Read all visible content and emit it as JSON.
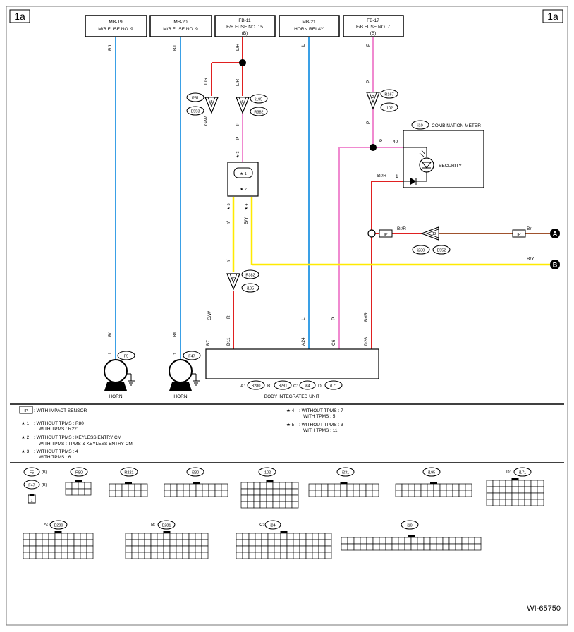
{
  "page": {
    "corner_left": "1a",
    "corner_right": "1a",
    "figure_id": "WI-65750"
  },
  "fuse_boxes": [
    {
      "id": "mb19",
      "code": "MB-19",
      "name": "M/B FUSE NO. 9",
      "suffix": ""
    },
    {
      "id": "mb20",
      "code": "MB-20",
      "name": "M/B FUSE NO. 9",
      "suffix": ""
    },
    {
      "id": "fb11",
      "code": "FB-11",
      "name": "F/B FUSE NO. 15",
      "suffix": "(B)"
    },
    {
      "id": "mb21",
      "code": "MB-21",
      "name": "HORN RELAY",
      "suffix": ""
    },
    {
      "id": "fb17",
      "code": "FB-17",
      "name": "F/B FUSE NO. 7",
      "suffix": "(B)"
    }
  ],
  "wire_colors": {
    "rl": "R/L",
    "bl": "B/L",
    "lr": "L/R",
    "gw": "G/W",
    "p": "P",
    "l": "L",
    "y": "Y",
    "by": "B/Y",
    "r": "R",
    "brr": "Br/R",
    "br": "Br"
  },
  "connectors": {
    "i231": "i231",
    "b553": "B553",
    "i195": "i195",
    "r382": "R382",
    "r167": "R167",
    "i102": "i102",
    "i10": "i10",
    "i230": "i230",
    "b552": "B552",
    "f5": "F5",
    "f47": "F47",
    "b280": "B280",
    "b281": "B281",
    "i84": "i84",
    "i171": "i171"
  },
  "pins": {
    "p3": "3",
    "p4": "4",
    "p5": "5",
    "p6": "6",
    "p12": "12",
    "p2": "2",
    "p15": "15",
    "p40": "40",
    "p1": "1",
    "p1b": "1",
    "p1c": "1",
    "b7": "B7",
    "d11": "D11",
    "a24": "A24",
    "c6": "C6",
    "d26": "D26",
    "star1": "★ 1",
    "star2": "★ 2",
    "star3": "★ 3",
    "star4": "★ 4",
    "star5": "★ 5"
  },
  "components": {
    "combination_meter": "COMBINATION METER",
    "security": "SECURITY",
    "horn_left": "HORN",
    "horn_right": "HORN",
    "body_unit": "BODY INTEGRATED UNIT",
    "prefix_a": "A:",
    "prefix_b": "B:",
    "prefix_c": "C:",
    "prefix_d": "D:",
    "ip": "IP",
    "node_a": "A",
    "node_b": "B"
  },
  "notes": {
    "ip_note": ": WITH IMPACT SENSOR",
    "n1_key": "★ 1",
    "n1_a": ": WITHOUT TPMS  : R80",
    "n1_b": "WITH TPMS  : R221",
    "n2_key": "★ 2",
    "n2_a": ": WITHOUT TPMS  : KEYLESS ENTRY CM",
    "n2_b": "WITH TPMS  : TPMS & KEYLESS ENTRY CM",
    "n3_key": "★ 3",
    "n3_a": ": WITHOUT TPMS  : 4",
    "n3_b": "WITH TPMS  : 6",
    "n4_key": "★ 4",
    "n4_a": ": WITHOUT TPMS  : 7",
    "n4_b": "WITH TPMS  : 5",
    "n5_key": "★ 5",
    "n5_a": ": WITHOUT TPMS  : 3",
    "n5_b": "WITH TPMS  : 11"
  },
  "connector_views": {
    "f5": "F5",
    "f5_suffix": "(B)",
    "f47": "F47",
    "f47_suffix": "(B)",
    "f_pin": "1",
    "r80": "R80",
    "r221": "R221",
    "i230": "i230",
    "i102": "i102",
    "i231": "i231",
    "i195": "i195",
    "i171": "i171",
    "i171_prefix": "D:",
    "b280": "B280",
    "b280_prefix": "A:",
    "b281": "B281",
    "b281_prefix": "B:",
    "i84": "i84",
    "i84_prefix": "C:",
    "i10": "i10"
  },
  "colors": {
    "blue": "#3aa0e6",
    "red": "#e02020",
    "pink": "#f08ad0",
    "yellow": "#ffea00",
    "brown": "#a0522d",
    "black": "#000000"
  }
}
